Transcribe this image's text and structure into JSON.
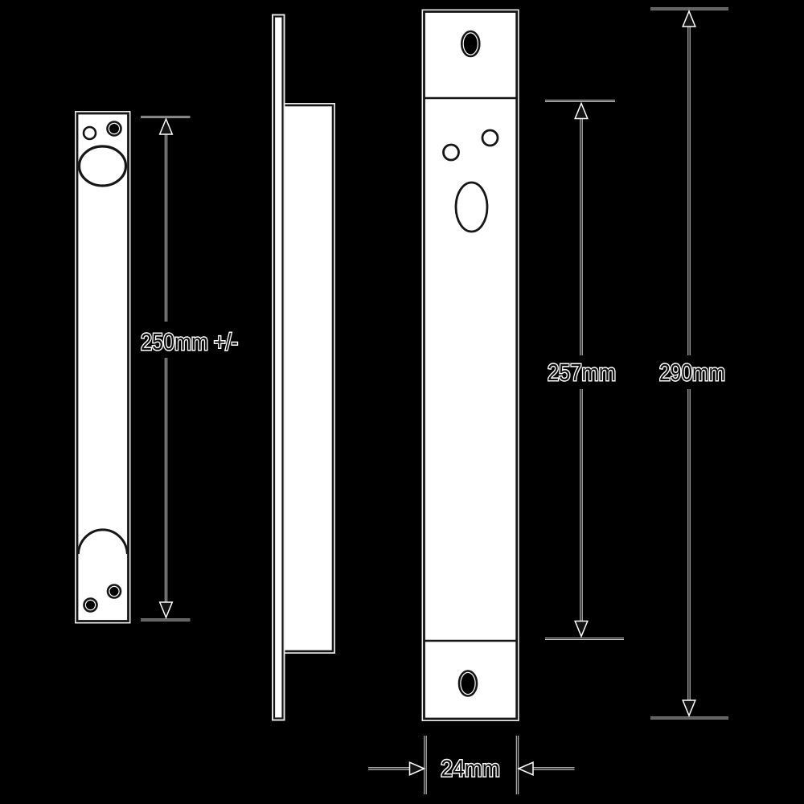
{
  "drawing": {
    "description": "black line technical drawing, three vertical views of a bolt lock with dimension arrows",
    "colors": {
      "background": "#000000",
      "ink": "#141414",
      "paper": "#ffffff",
      "halo": "#d9d9d9"
    },
    "dimensions": {
      "plate_height": "250mm +/-",
      "case_height": "257mm",
      "overall_height": "290mm",
      "faceplate_width": "24mm"
    }
  }
}
